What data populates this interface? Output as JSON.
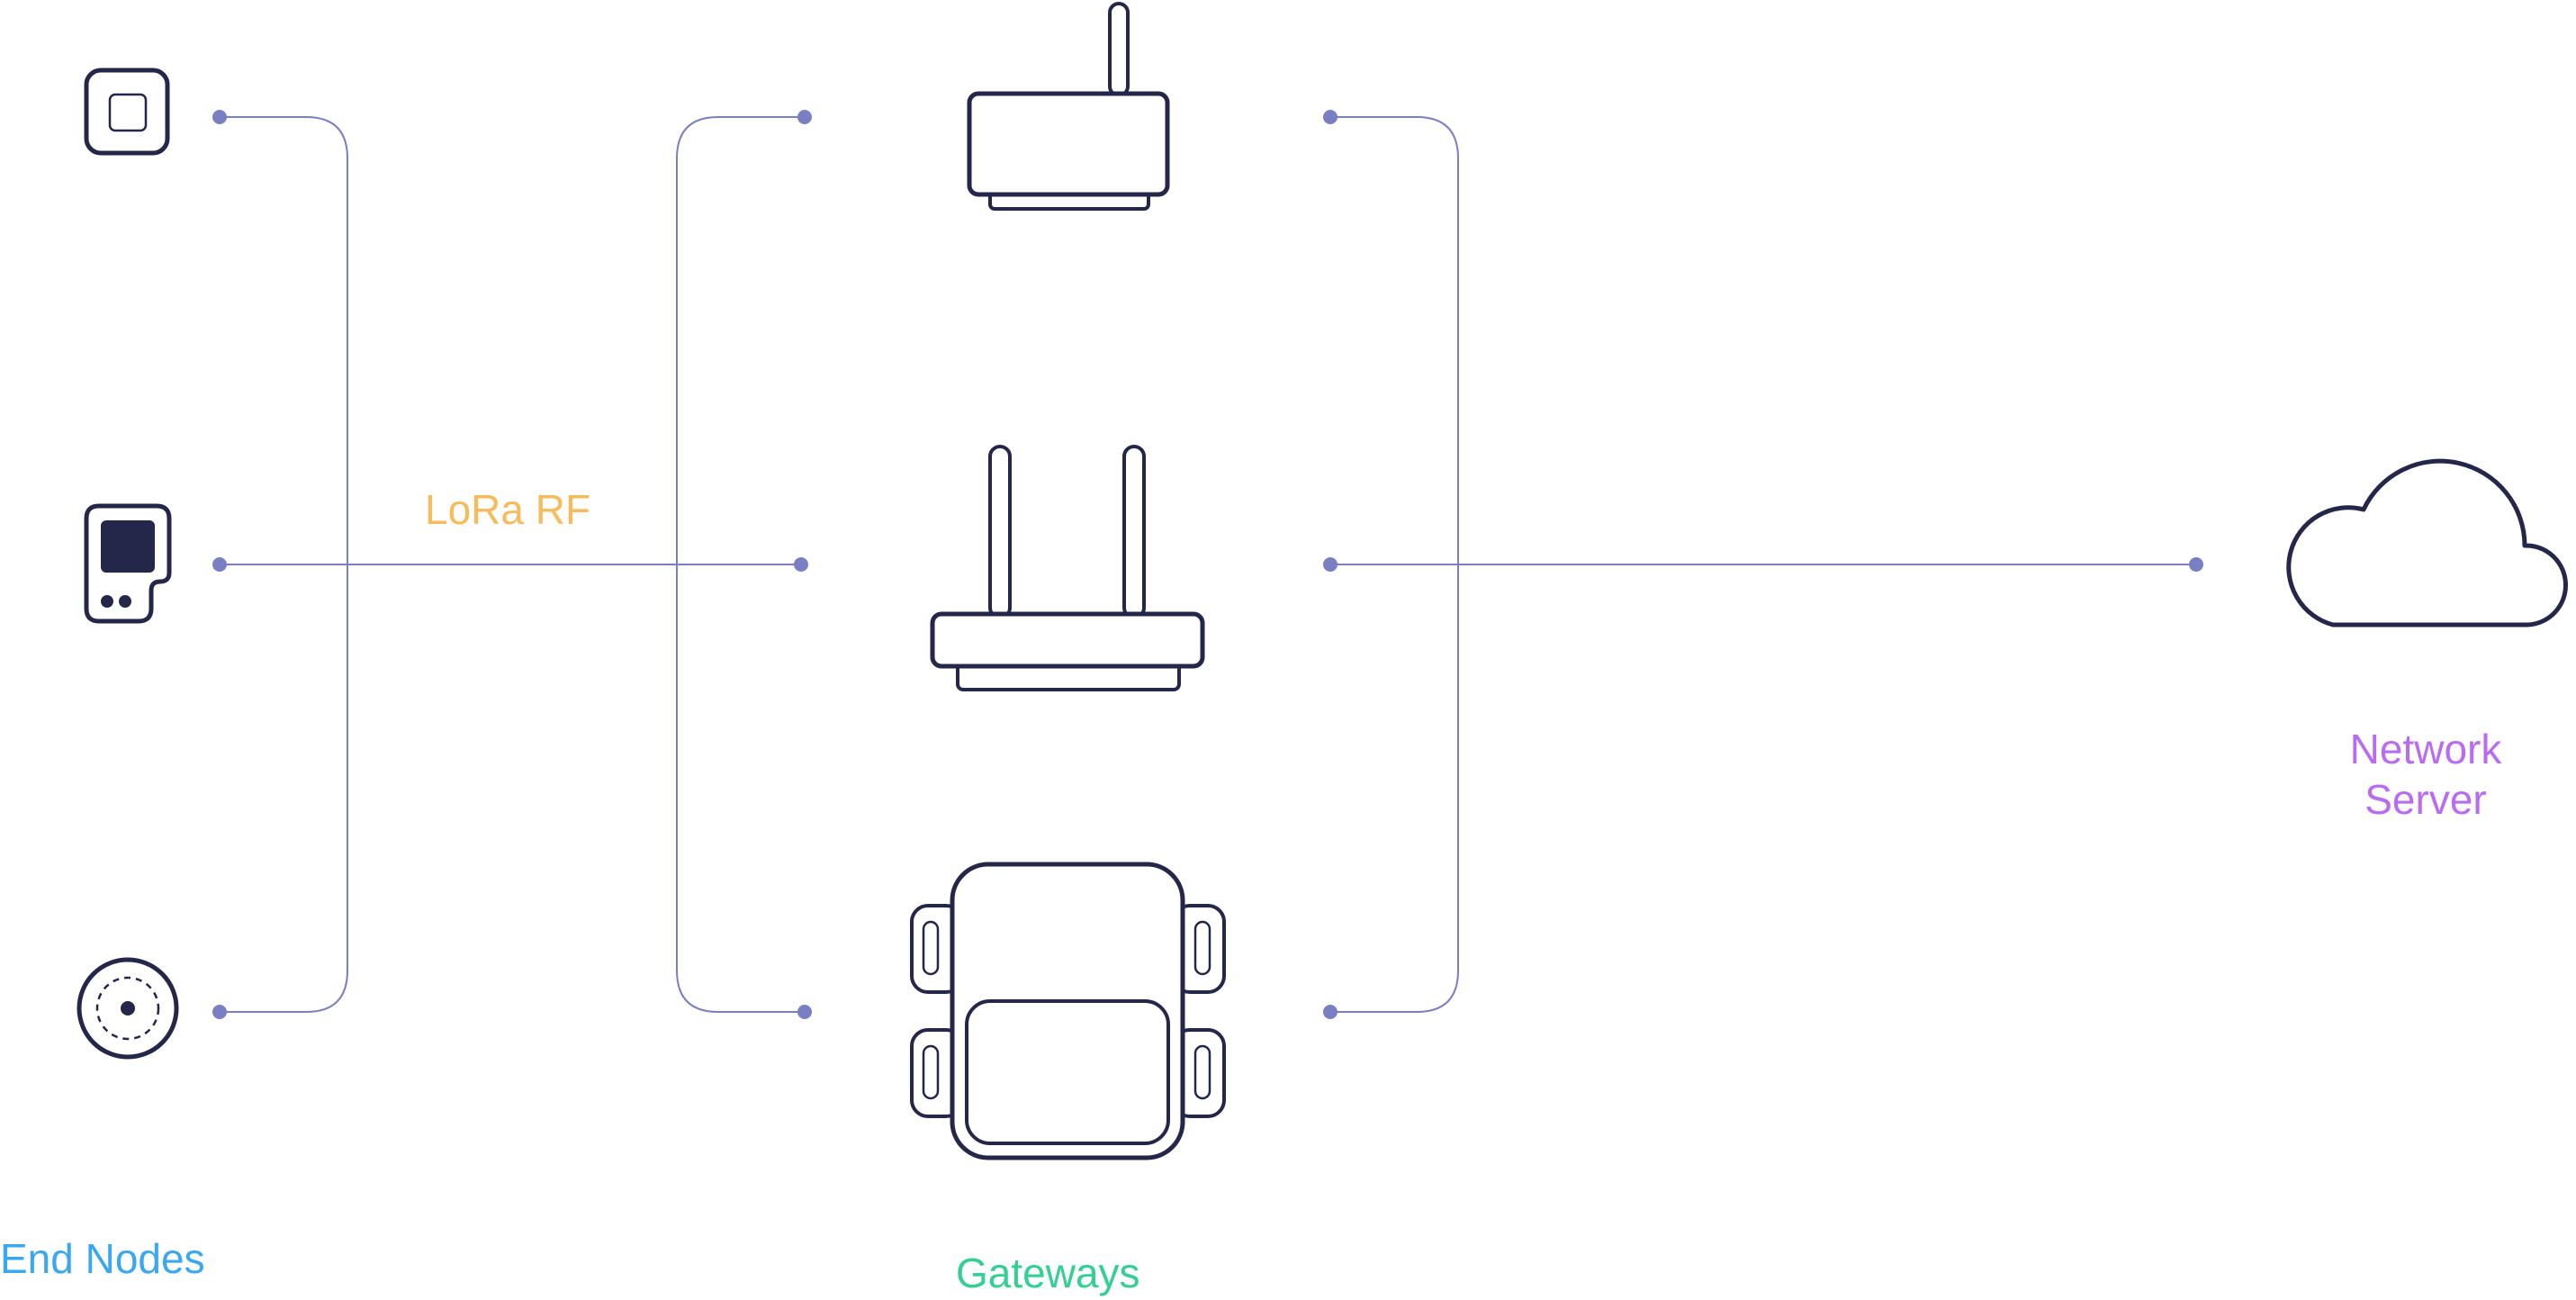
{
  "colors": {
    "connector": "#7a7fc4",
    "device_stroke": "#25274a",
    "end_nodes_label": "#3aa7ee",
    "lora_label": "#f7bb5c",
    "gateways_label": "#34cf92",
    "network_label": "#b96cf0",
    "background": "#ffffff"
  },
  "labels": {
    "end_nodes": "End Nodes",
    "lora_rf": "LoRa RF",
    "gateways": "Gateways",
    "network_server_line1": "Network",
    "network_server_line2": "Server"
  },
  "icons": {
    "end_nodes": [
      "square-sensor-icon",
      "handheld-tracker-icon",
      "round-sensor-icon"
    ],
    "gateways": [
      "single-antenna-gateway-icon",
      "dual-antenna-gateway-icon",
      "outdoor-gateway-icon"
    ],
    "network_server": "cloud-icon"
  }
}
